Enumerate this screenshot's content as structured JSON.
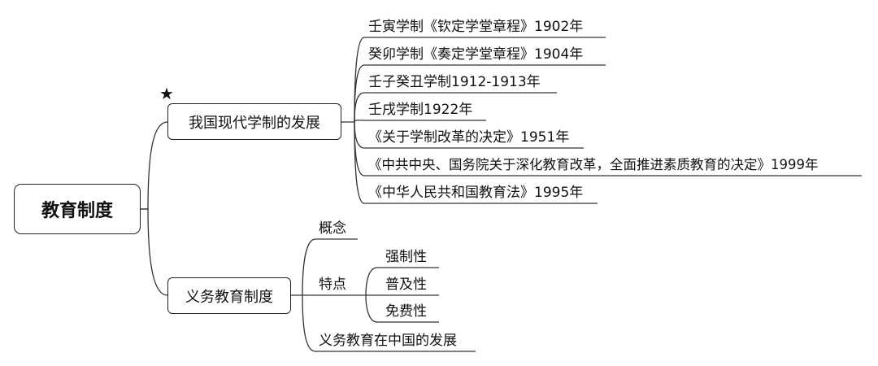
{
  "root": {
    "label": "教育制度"
  },
  "branch_1": {
    "label": "我国现代学制的发展",
    "marker": "star-icon",
    "items": [
      "壬寅学制《钦定学堂章程》1902年",
      "癸卯学制《奏定学堂章程》1904年",
      "壬子癸丑学制1912-1913年",
      "壬戌学制1922年",
      "《关于学制改革的决定》1951年",
      "《中共中央、国务院关于深化教育改革，全面推进素质教育的决定》1999年",
      "《中华人民共和国教育法》1995年"
    ]
  },
  "branch_2": {
    "label": "义务教育制度",
    "items": [
      {
        "label": "概念"
      },
      {
        "label": "特点",
        "children": [
          "强制性",
          "普及性",
          "免费性"
        ]
      },
      {
        "label": "义务教育在中国的发展"
      }
    ]
  }
}
